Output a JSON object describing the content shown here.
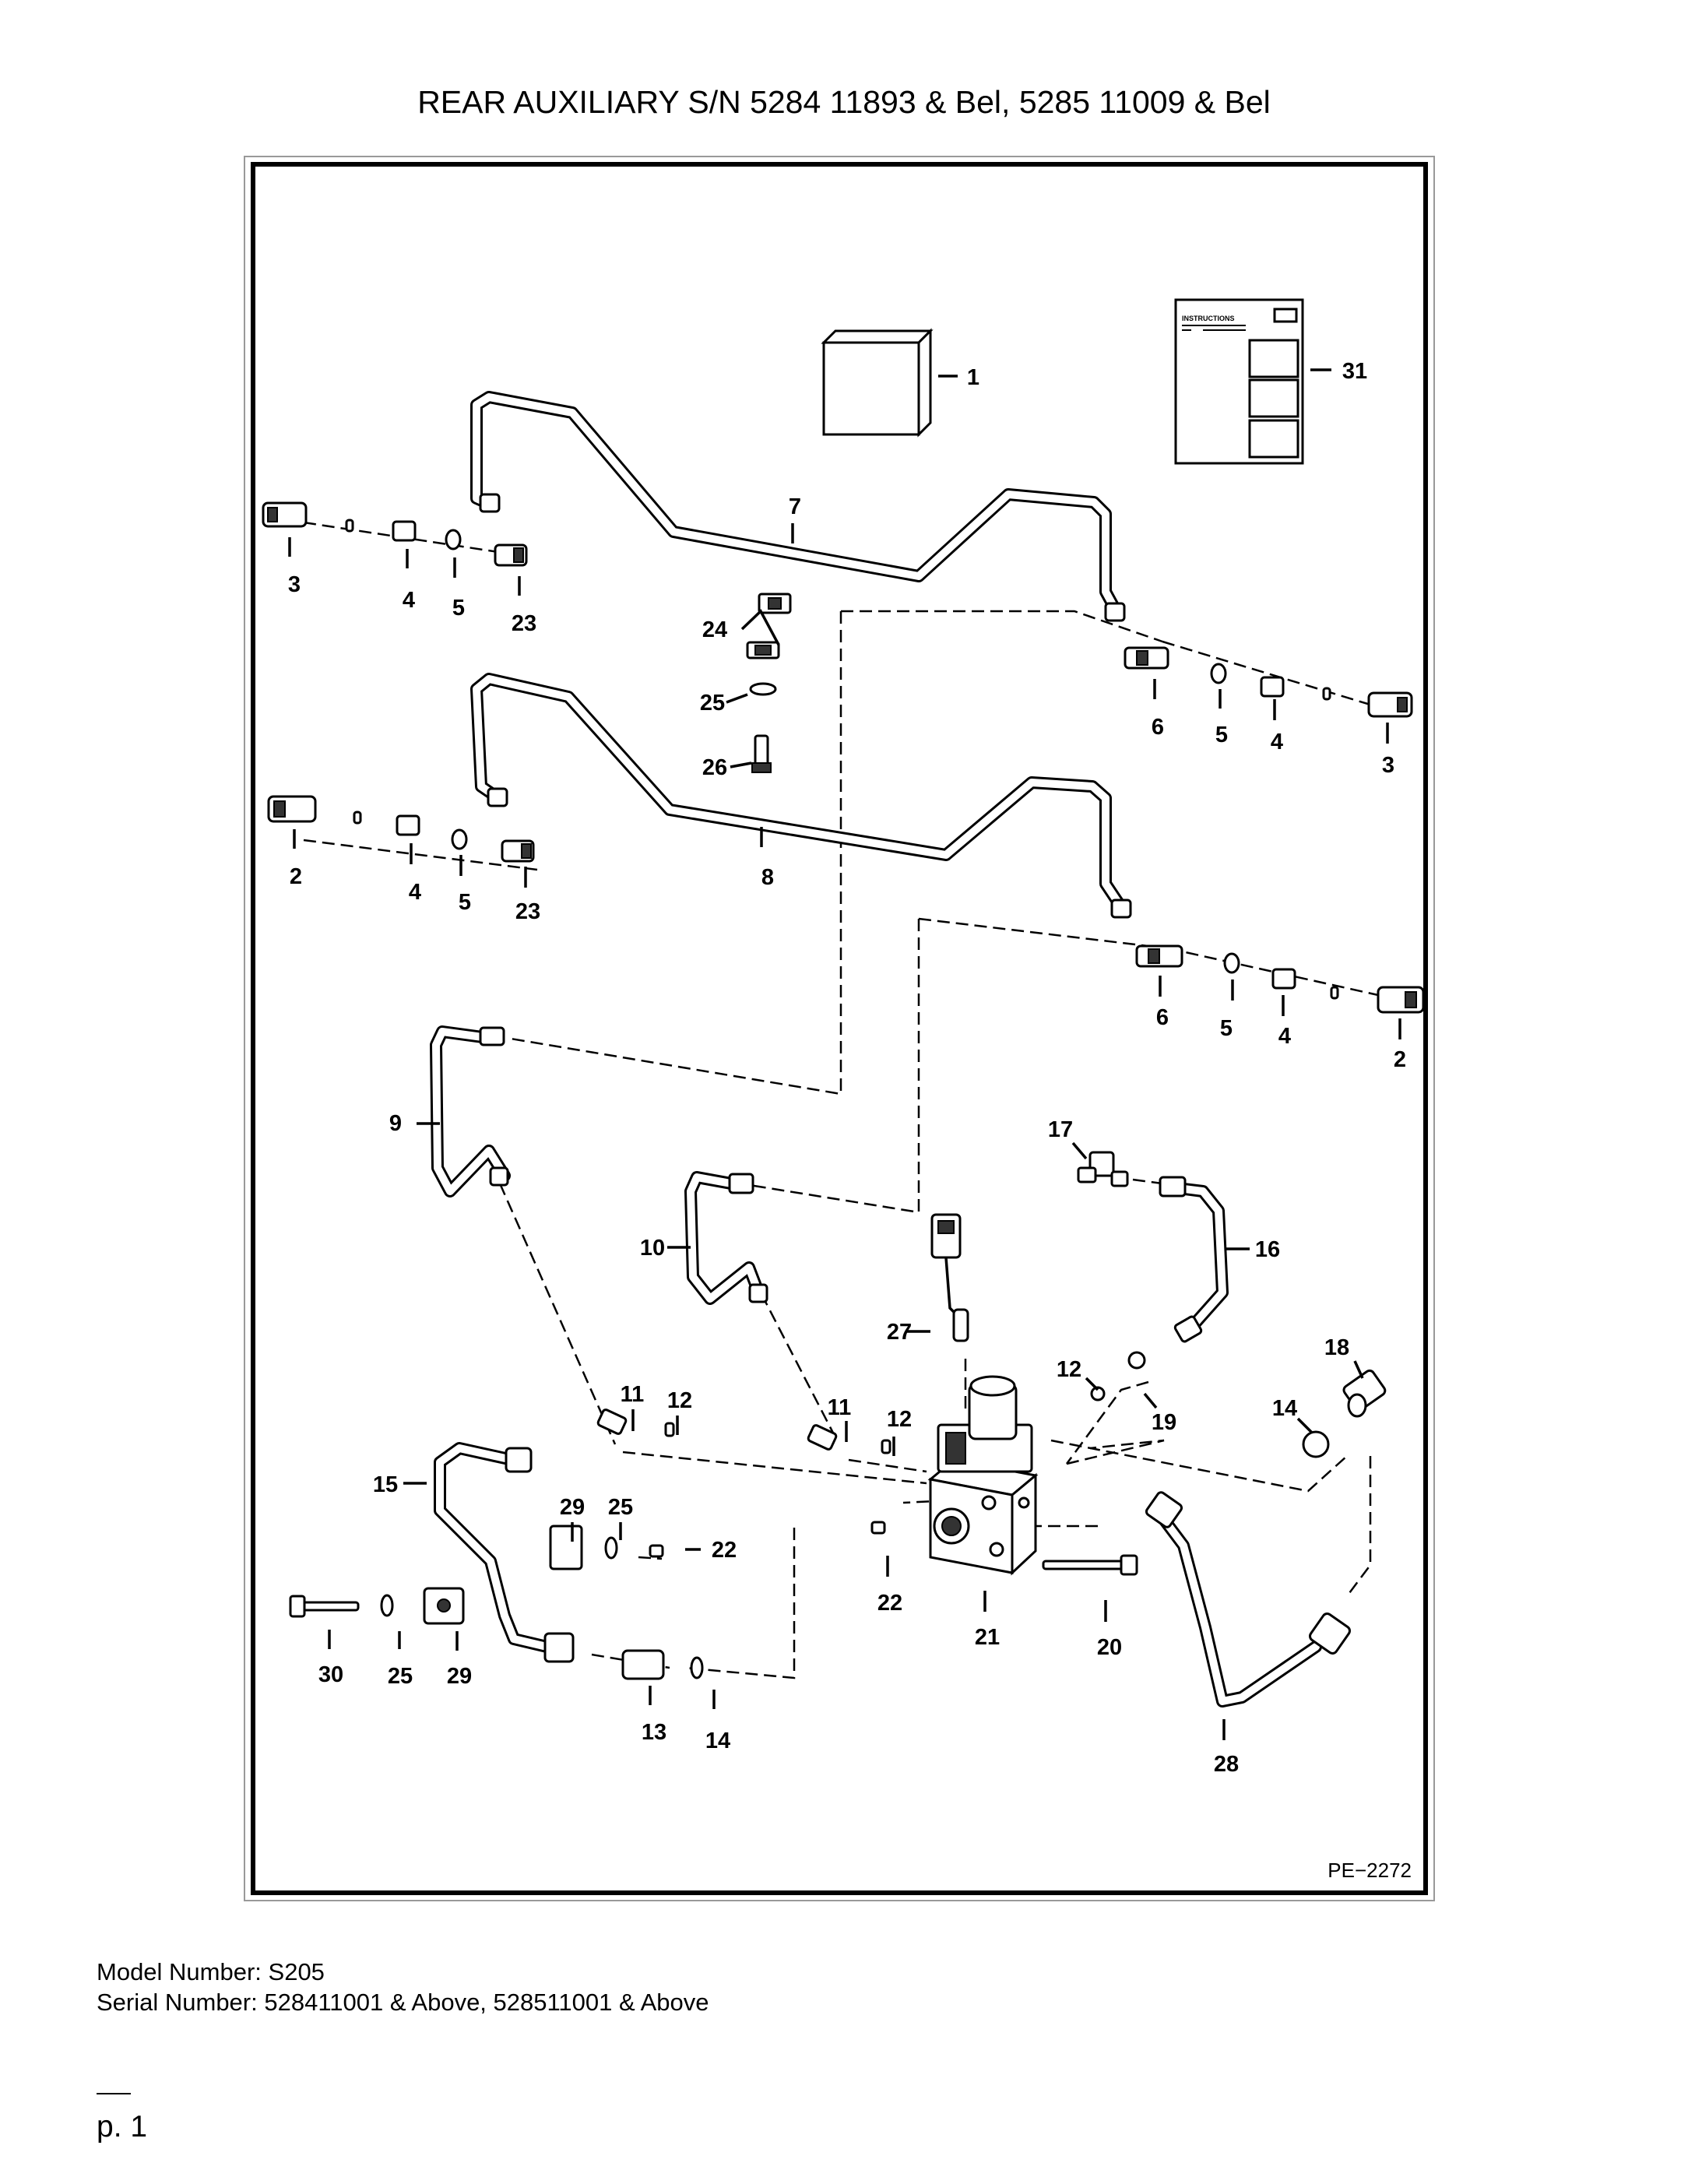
{
  "page": {
    "title": "REAR AUXILIARY S/N 5284 11893 & Bel, 5285 11009 & Bel",
    "model_number": "Model Number: S205",
    "serial_number": "Serial Number: 528411001 & Above, 528511001 & Above",
    "page_number": "p. 1"
  },
  "diagram": {
    "figure_id": "PE−2272",
    "instructions_label": "INSTRUCTIONS",
    "callouts": [
      "1",
      "2",
      "3",
      "4",
      "5",
      "6",
      "7",
      "8",
      "9",
      "10",
      "11",
      "12",
      "13",
      "14",
      "15",
      "16",
      "17",
      "18",
      "19",
      "20",
      "21",
      "22",
      "23",
      "24",
      "25",
      "26",
      "27",
      "28",
      "29",
      "30",
      "31"
    ]
  }
}
